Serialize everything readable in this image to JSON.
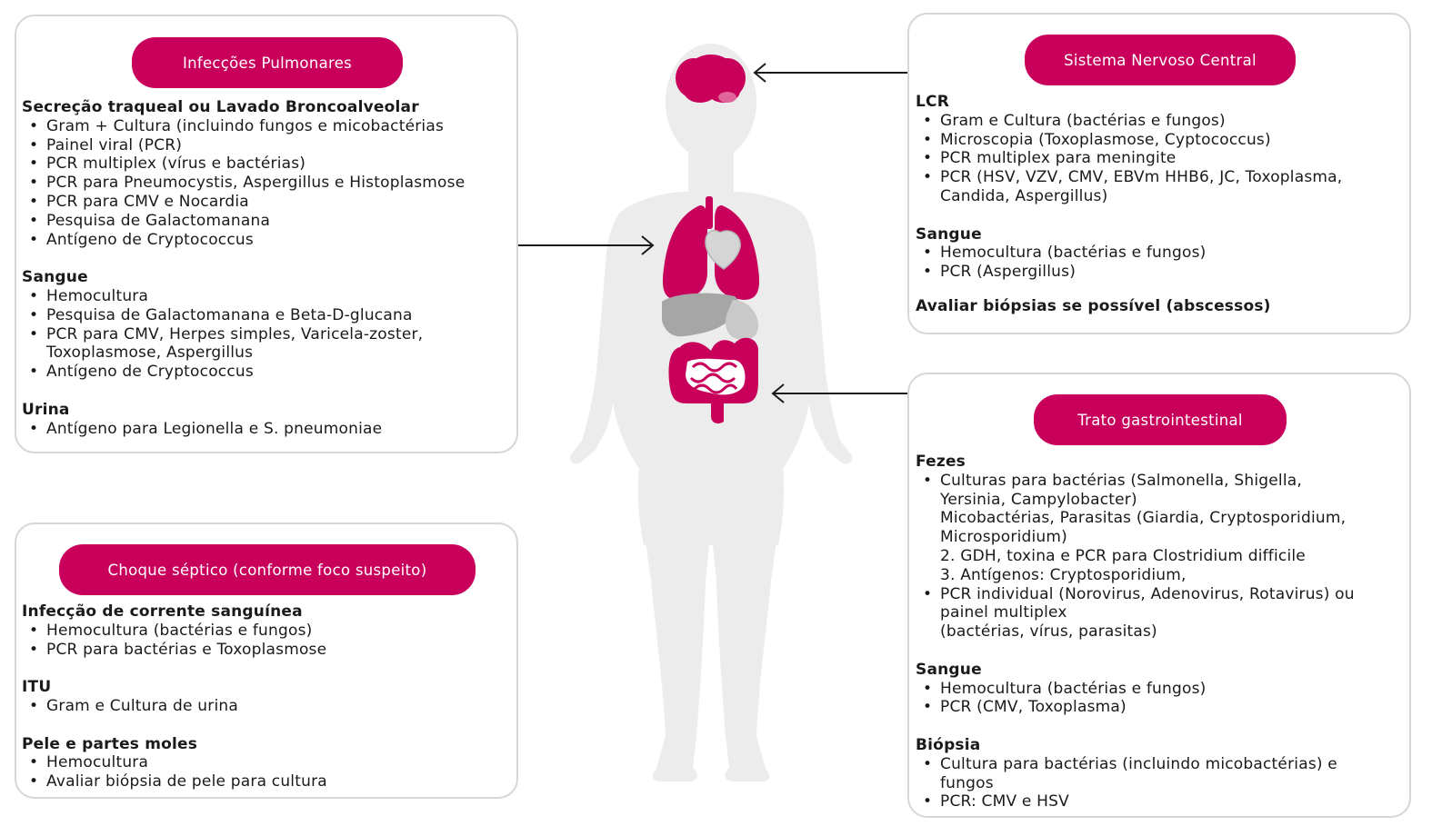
{
  "panels": {
    "pulmonary": {
      "title": "Infecções Pulmonares",
      "sec1_title": "Secreção traqueal ou Lavado Broncoalveolar",
      "sec1_items": [
        "Gram + Cultura (incluindo fungos e micobactérias",
        "Painel viral (PCR)",
        "PCR multiplex (vírus e bactérias)",
        "PCR para Pneumocystis, Aspergillus e Histoplasmose",
        "PCR para CMV e Nocardia",
        "Pesquisa de Galactomanana",
        "Antígeno de Cryptococcus"
      ],
      "sec2_title": "Sangue",
      "sec2_items": [
        "Hemocultura",
        "Pesquisa de Galactomanana e Beta-D-glucana",
        "PCR para CMV, Herpes simples, Varicela-zoster,",
        "Antígeno de Cryptococcus"
      ],
      "sec2_item3_cont": "Toxoplasmose, Aspergillus",
      "sec3_title": "Urina",
      "sec3_items": [
        "Antígeno para Legionella e S. pneumoniae"
      ]
    },
    "septic": {
      "title": "Choque séptico (conforme foco suspeito)",
      "sec1_title": "Infecção de corrente sanguínea",
      "sec1_items": [
        "Hemocultura (bactérias e fungos)",
        "PCR para bactérias e Toxoplasmose"
      ],
      "sec2_title": "ITU",
      "sec2_items": [
        "Gram e Cultura de urina"
      ],
      "sec3_title": "Pele e partes moles",
      "sec3_items": [
        "Hemocultura",
        "Avaliar biópsia de pele para cultura"
      ]
    },
    "cns": {
      "title": "Sistema Nervoso Central",
      "sec1_title": "LCR",
      "sec1_items": [
        "Gram e Cultura (bactérias e fungos)",
        "Microscopia (Toxoplasmose, Cyptococcus)",
        "PCR multiplex para meningite",
        "PCR (HSV, VZV, CMV, EBVm HHB6, JC, Toxoplasma,"
      ],
      "sec1_item4_cont": "Candida, Aspergillus)",
      "sec2_title": "Sangue",
      "sec2_items": [
        "Hemocultura (bactérias e fungos)",
        "PCR (Aspergillus)"
      ],
      "note": "Avaliar biópsias se possível (abscessos)"
    },
    "gi": {
      "title": "Trato gastrointestinal",
      "sec1_title": "Fezes",
      "item1": "Culturas para bactérias (Salmonella, Shigella,",
      "item1_cont": [
        "Yersinia, Campylobacter)",
        "Micobactérias, Parasitas (Giardia, Cryptosporidium,",
        "Microsporidium)",
        "2. GDH, toxina e PCR para Clostridium difficile",
        "3. Antígenos: Cryptosporidium,"
      ],
      "item2": "PCR individual (Norovirus, Adenovirus, Rotavirus) ou",
      "item2_cont": [
        "painel multiplex",
        "(bactérias, vírus, parasitas)"
      ],
      "sec2_title": "Sangue",
      "sec2_items": [
        "Hemocultura (bactérias e fungos)",
        "PCR (CMV, Toxoplasma)"
      ],
      "sec3_title": "Biópsia",
      "sec3_item1": "Cultura para bactérias (incluindo micobactérias) e",
      "sec3_item1_cont": "fungos",
      "sec3_item2": "PCR: CMV e HSV"
    }
  },
  "colors": {
    "accent": "#c8005c",
    "silhouette": "#ececec",
    "organ_gray": "#a6a6a6",
    "border": "#d6d6d6"
  }
}
